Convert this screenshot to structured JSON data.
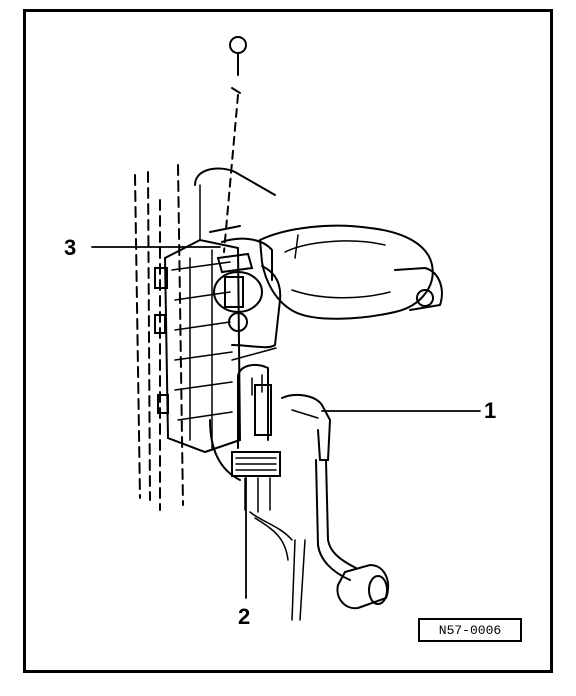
{
  "callouts": {
    "c1": "1",
    "c2": "2",
    "c3": "3"
  },
  "figure_ref": "N57-0006",
  "colors": {
    "ink": "#000000",
    "paper": "#ffffff"
  }
}
